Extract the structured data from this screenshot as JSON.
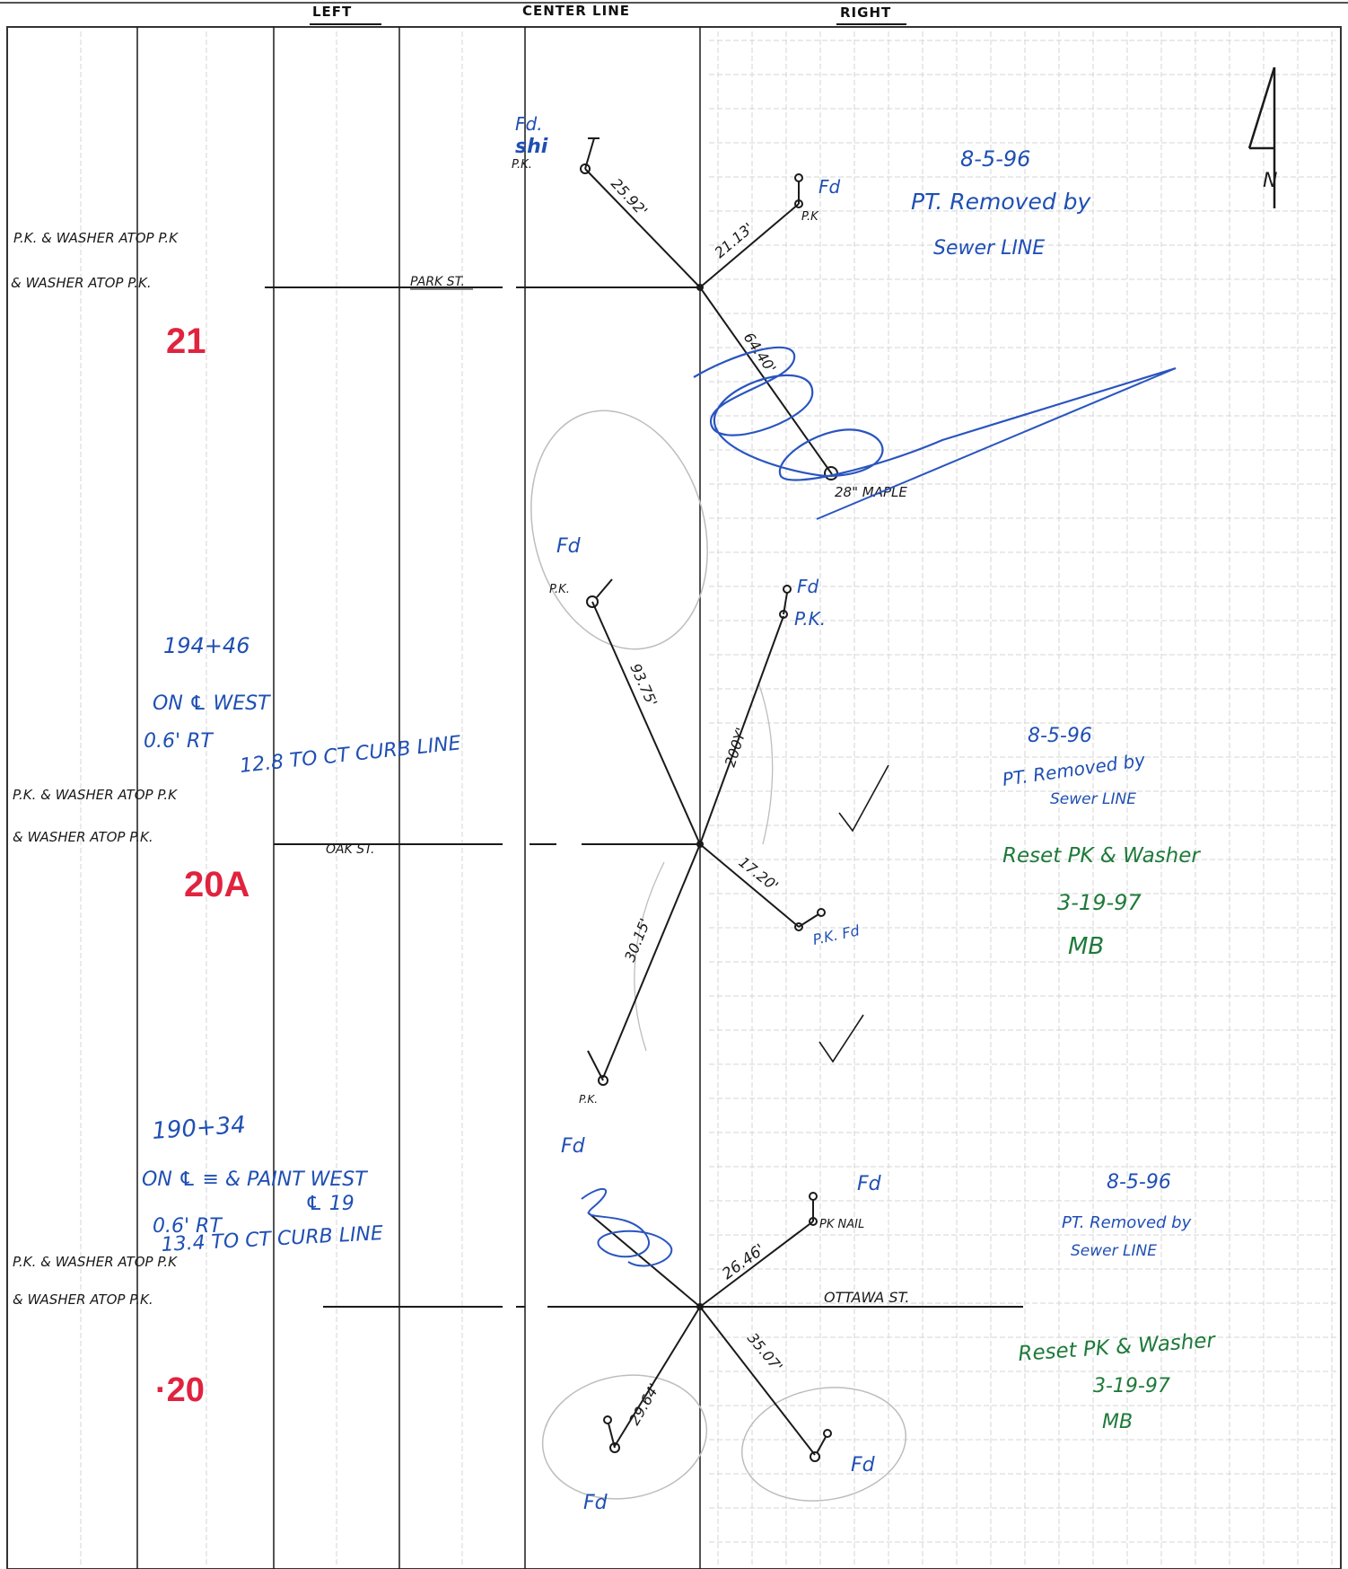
{
  "header": {
    "left": "LEFT",
    "center": "CENTER LINE",
    "right": "RIGHT"
  },
  "street_labels": {
    "park": "PARK ST.",
    "oak": "OAK ST.",
    "ottawa": "OTTAWA ST."
  },
  "station_21": {
    "number": "21",
    "desc_line1": "P.K. & WASHER ATOP P.K",
    "desc_line2": "& WASHER ATOP P.K.",
    "ties": {
      "nw_label_top": "Fd.",
      "nw_label_mid": "shi",
      "nw_label_pk": "P.K.",
      "nw_dist": "25.92'",
      "ne_label": "Fd",
      "ne_pk": "P.K",
      "ne_dist": "21.13'",
      "se_dist": "64.40'",
      "se_label": "28\" MAPLE"
    },
    "note_date": "8-5-96",
    "note_line1": "PT. Removed by",
    "note_line2": "Sewer LINE"
  },
  "station_20a": {
    "number": "20A",
    "station_value": "194+46",
    "loc_line1": "ON ℄ WEST",
    "loc_line2": "0.6' RT",
    "loc_line3": "12.8 TO CT CURB LINE",
    "desc_line1": "P.K. & WASHER ATOP P.K",
    "desc_line2": "& WASHER ATOP P.K.",
    "ties": {
      "nw_label_top": "Fd",
      "nw_pk": "P.K.",
      "nw_dist": "93.75'",
      "ne_label": "Fd",
      "ne_pk": "P.K.",
      "ne_dist": "200Y'",
      "se_dist": "17.20'",
      "se_label": "P.K. Fd",
      "sw_dist": "30.15'",
      "sw_pk": "P.K.",
      "sw_label": "Fd"
    },
    "note_date": "8-5-96",
    "note_line1": "PT. Removed by",
    "note_line2": "Sewer LINE",
    "reset_line1": "Reset PK & Washer",
    "reset_date": "3-19-97",
    "reset_initials": "MB"
  },
  "station_20": {
    "number": "·20",
    "station_value": "190+34",
    "loc_line1": "ON ℄ ≡ & PAINT WEST",
    "loc_line1b": "℄ 19",
    "loc_line2": "0.6' RT",
    "loc_line3": "13.4 TO CT CURB LINE",
    "desc_line1": "P.K. & WASHER ATOP P.K",
    "desc_line2": "& WASHER ATOP P.K.",
    "ties": {
      "ne_label": "Fd",
      "ne_pk": "PK NAIL",
      "ne_dist": "26.46'",
      "se_dist": "35.07'",
      "se_label": "Fd",
      "sw_dist": "29.64'",
      "sw_label": "Fd"
    },
    "note_date": "8-5-96",
    "note_line1": "PT. Removed by",
    "note_line2": "Sewer LINE",
    "reset_line1": "Reset PK & Washer",
    "reset_date": "3-19-97",
    "reset_initials": "MB"
  },
  "north_arrow": "N",
  "colors": {
    "pencil": "#1a1a1a",
    "blue_ink": "#1f4fb3",
    "green_ink": "#1e7a3a",
    "red_ink": "#e0233f"
  }
}
